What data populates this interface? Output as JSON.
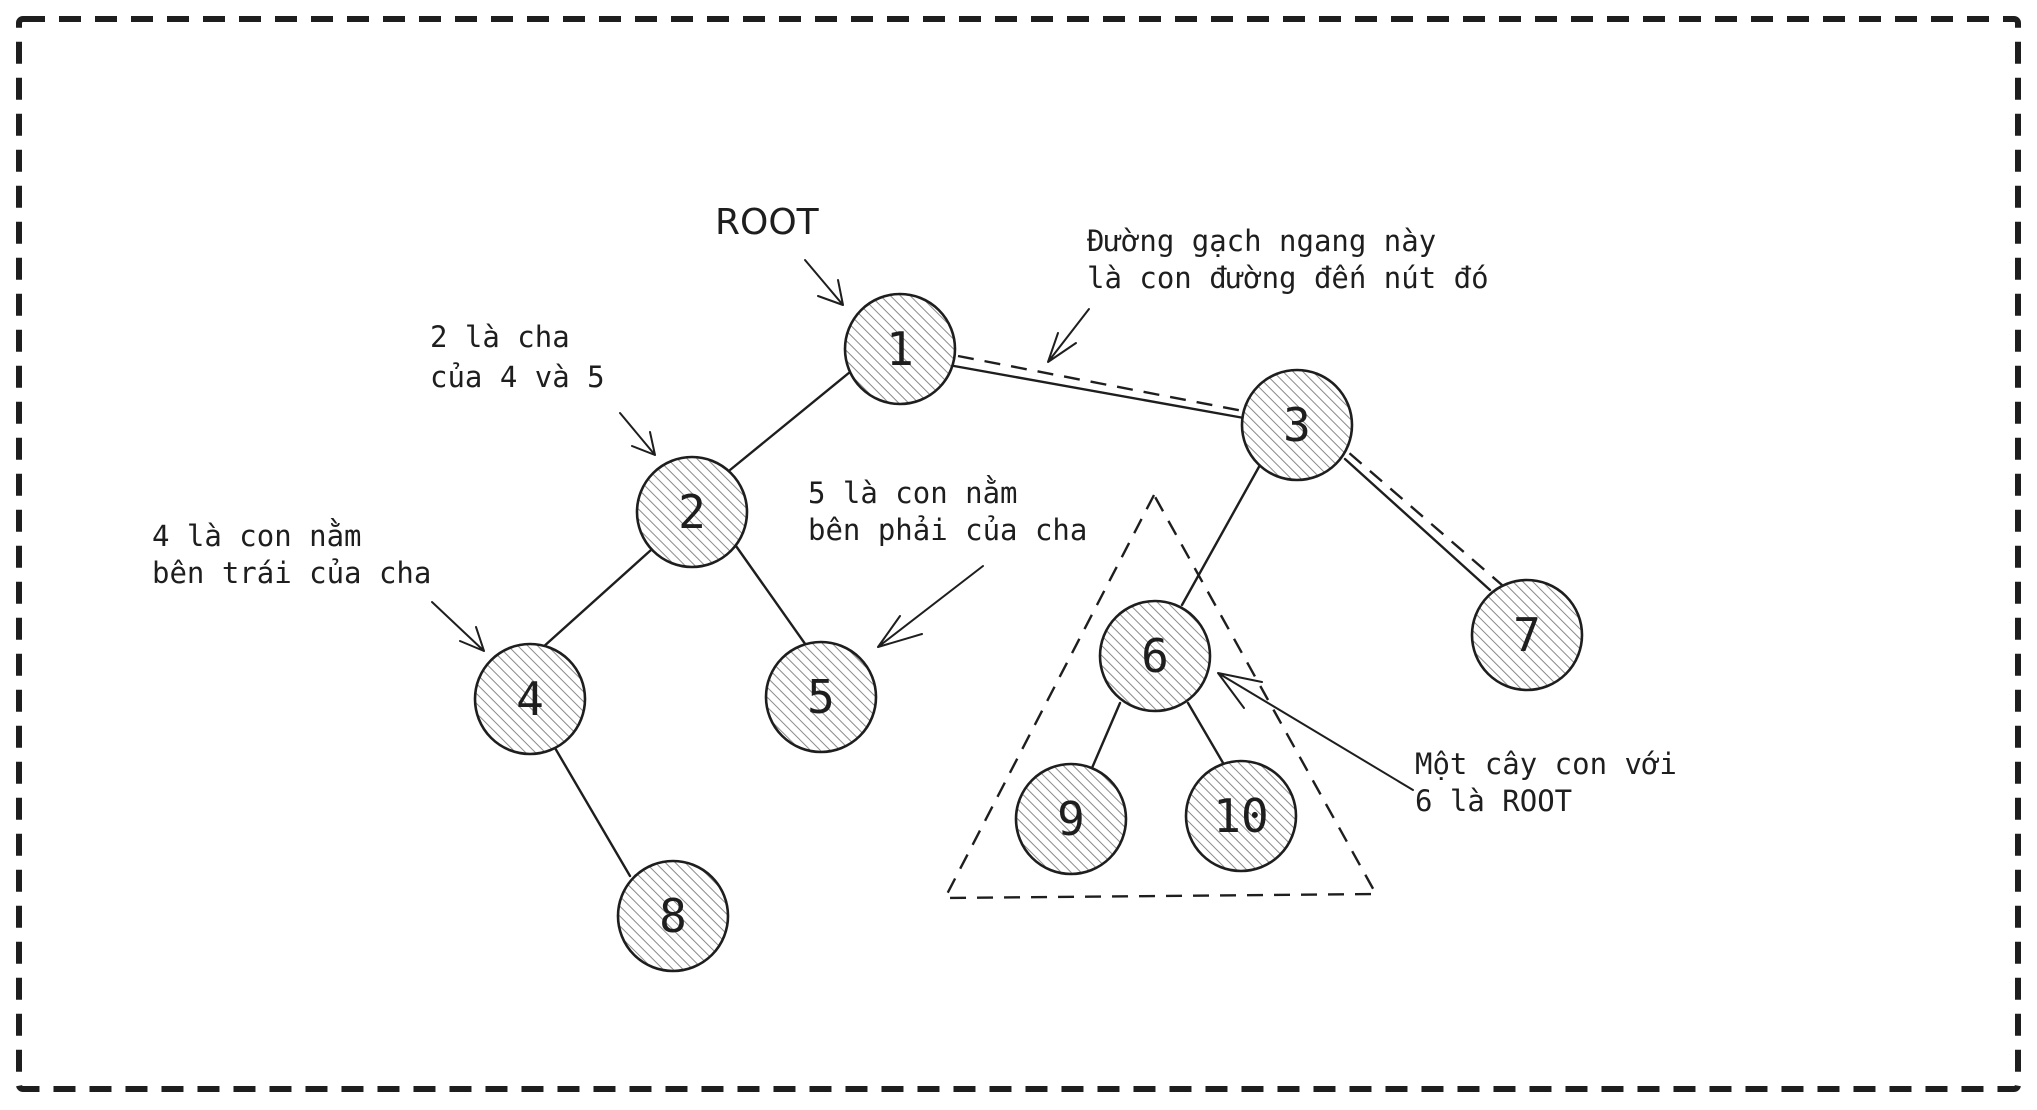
{
  "nodes": {
    "n1": "1",
    "n2": "2",
    "n3": "3",
    "n4": "4",
    "n5": "5",
    "n6": "6",
    "n7": "7",
    "n8": "8",
    "n9": "9",
    "n10": "10"
  },
  "labels": {
    "root": "ROOT",
    "path_note": [
      "Đường gạch ngang này",
      "là con đường đến nút đó"
    ],
    "parent_note": [
      "2 là cha",
      "của 4 và 5"
    ],
    "right_child_note": [
      "5 là con nằm",
      "bên phải của cha"
    ],
    "left_child_note": [
      "4 là con nằm",
      "bên trái của cha"
    ],
    "subtree_note": [
      "Một cây con với",
      "6 là ROOT"
    ]
  },
  "colors": {
    "stroke": "#1e1e1e",
    "hatch": "#8a8a8a",
    "background": "#ffffff"
  }
}
